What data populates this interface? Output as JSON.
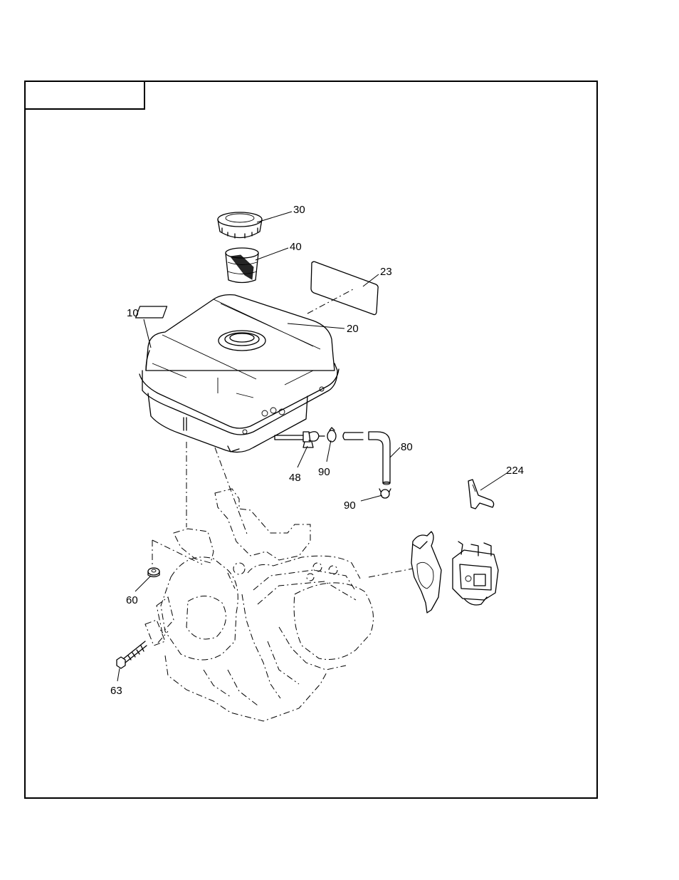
{
  "diagram": {
    "title_box": "",
    "callouts": [
      "30",
      "40",
      "23",
      "10",
      "20",
      "80",
      "48",
      "90",
      "90",
      "224",
      "60",
      "63"
    ]
  },
  "parts": {
    "fuel_cap": "30",
    "strainer": "40",
    "label_23": "23",
    "fuel_tank": "10",
    "label_20": "20",
    "fuel_line": "80",
    "fuel_valve": "48",
    "clamp_upper": "90",
    "clamp_lower": "90",
    "bracket": "224",
    "nut": "60",
    "bolt": "63"
  }
}
